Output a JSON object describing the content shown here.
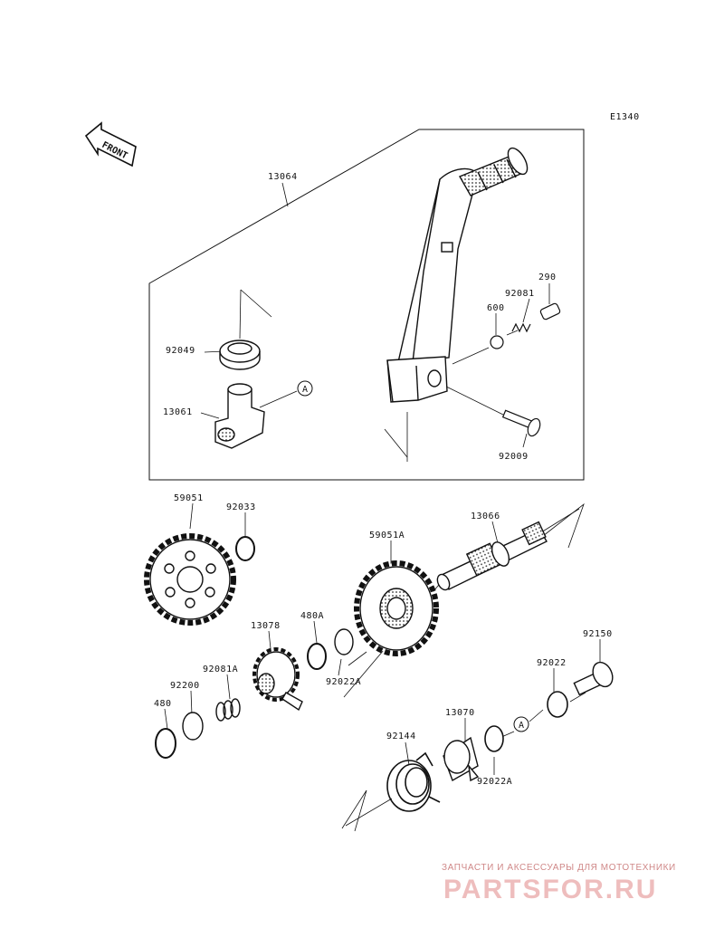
{
  "diagram_code": "E1340",
  "front_label": "FRONT",
  "callout_marker": "A",
  "parts": {
    "p13064": "13064",
    "p92049": "92049",
    "p13061": "13061",
    "p600": "600",
    "p92081": "92081",
    "p290": "290",
    "p92009": "92009",
    "p59051": "59051",
    "p92033": "92033",
    "p59051A": "59051A",
    "p13066": "13066",
    "p13078": "13078",
    "p480A": "480A",
    "p92022A_top": "92022A",
    "p92081A": "92081A",
    "p92200": "92200",
    "p480": "480",
    "p92150": "92150",
    "p92022": "92022",
    "p13070": "13070",
    "p92144": "92144",
    "p92022A_bottom": "92022A"
  },
  "watermark": {
    "tagline": "ЗАПЧАСТИ И АКСЕССУАРЫ ДЛЯ МОТОТЕХНИКИ",
    "brand": "PARTSFOR.RU"
  }
}
